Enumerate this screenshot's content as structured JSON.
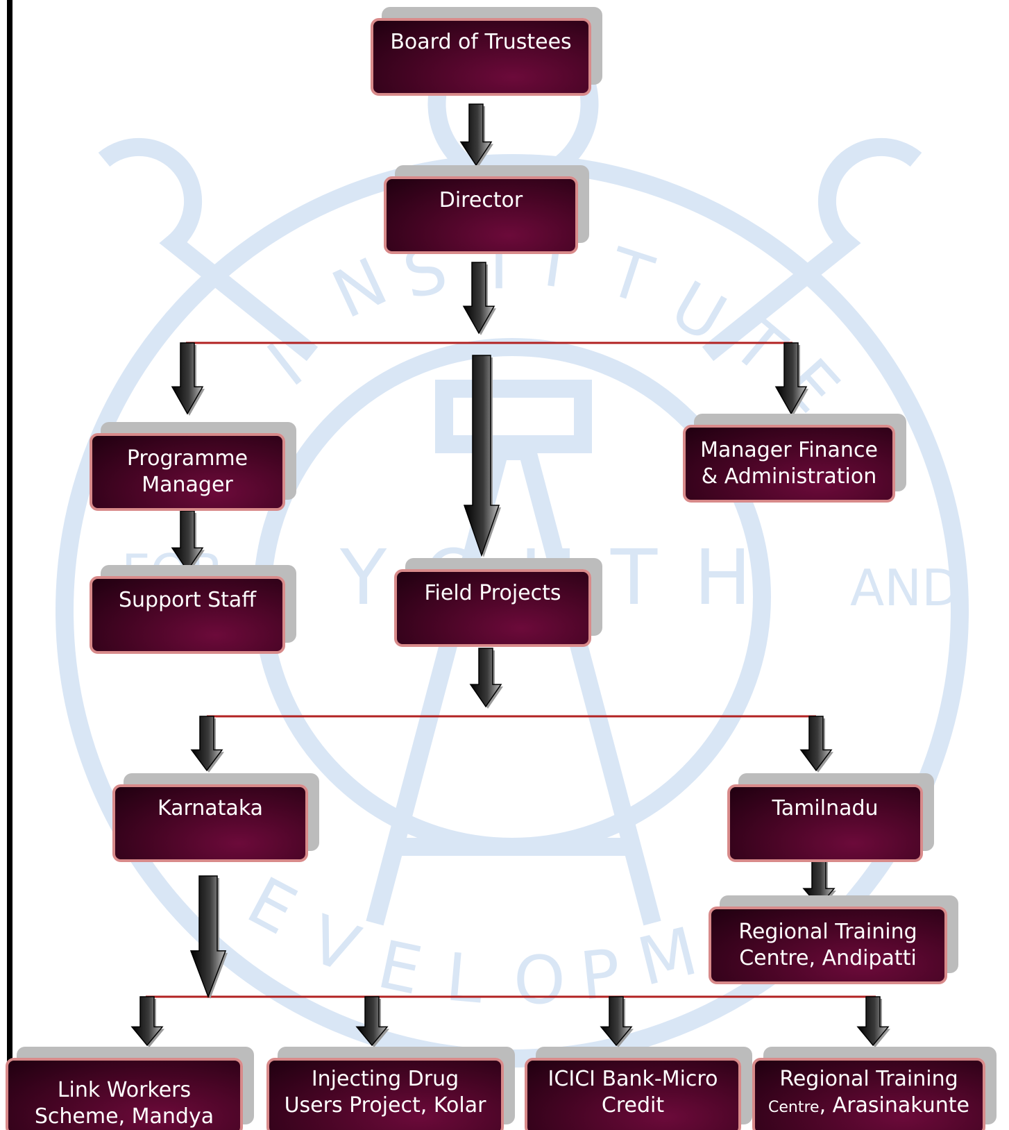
{
  "watermark": {
    "ring_text": [
      "I",
      "N",
      "S",
      "T",
      "I",
      "T",
      "U",
      "T",
      "E",
      "Y",
      "O",
      "U",
      "T",
      "H",
      "AND",
      "FOR",
      "E",
      "V",
      "E",
      "L",
      "O",
      "P",
      "M"
    ],
    "color": "#d9e6f5"
  },
  "colors": {
    "box_fill": "#4a0526",
    "box_border": "#d88a8a",
    "connector": "#b22222",
    "arrow": "#1a1a1a"
  },
  "nodes": {
    "board": {
      "label": "Board of Trustees"
    },
    "director": {
      "label": "Director"
    },
    "programme_manager": {
      "label": "Programme\nManager"
    },
    "finance": {
      "label": "Manager Finance\n&  Administration"
    },
    "support_staff": {
      "label": "Support Staff"
    },
    "field_projects": {
      "label": "Field Projects"
    },
    "karnataka": {
      "label": "Karnataka"
    },
    "tamilnadu": {
      "label": "Tamilnadu"
    },
    "rtc_andipatti": {
      "label": "Regional Training\nCentre, Andipatti"
    },
    "link_workers": {
      "label": "Link Workers\nScheme,  Mandya"
    },
    "injecting_drug": {
      "label": "Injecting Drug\nUsers Project, Kolar"
    },
    "icici": {
      "label": "ICICI Bank-Micro\nCredit"
    },
    "rtc_arasinakunte": {
      "line1": "Regional Training",
      "line2_small": "Centre",
      "line2_rest": ", Arasinakunte"
    }
  }
}
